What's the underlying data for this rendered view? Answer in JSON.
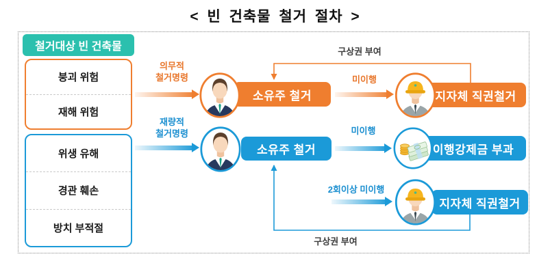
{
  "title": "< 빈 건축물 철거 절차 >",
  "colors": {
    "teal": "#2BC0AE",
    "orange": "#EF7E2F",
    "blue": "#1B9AD8",
    "label_dark": "#3C3C3C"
  },
  "sidebar": {
    "header": "철거대상 빈 건축물",
    "hazard_group": {
      "items": [
        {
          "label": "붕괴 위험"
        },
        {
          "label": "재해 위험"
        }
      ]
    },
    "nuisance_group": {
      "items": [
        {
          "label": "위생 유해"
        },
        {
          "label": "경관 훼손"
        },
        {
          "label": "방치 부적절"
        }
      ]
    }
  },
  "flow": {
    "mandatory": {
      "order_label": "의무적\n철거명령",
      "owner_step": "소유주 철거",
      "noncompliance_label": "미이행",
      "authority_step": "지자체 직권철거",
      "recourse_label": "구상권 부여"
    },
    "discretionary": {
      "order_label": "재량적\n철거명령",
      "owner_step": "소유주 철거",
      "noncompliance_label": "미이행",
      "fine_step": "이행강제금 부과",
      "repeat_label": "2회이상 미이행",
      "authority_step": "지자체 직권철거",
      "recourse_label": "구상권 부여"
    }
  },
  "icons": {
    "owner": "businessman-avatar-icon",
    "authority": "construction-worker-avatar-icon",
    "fine": "money-bills-coins-icon"
  }
}
